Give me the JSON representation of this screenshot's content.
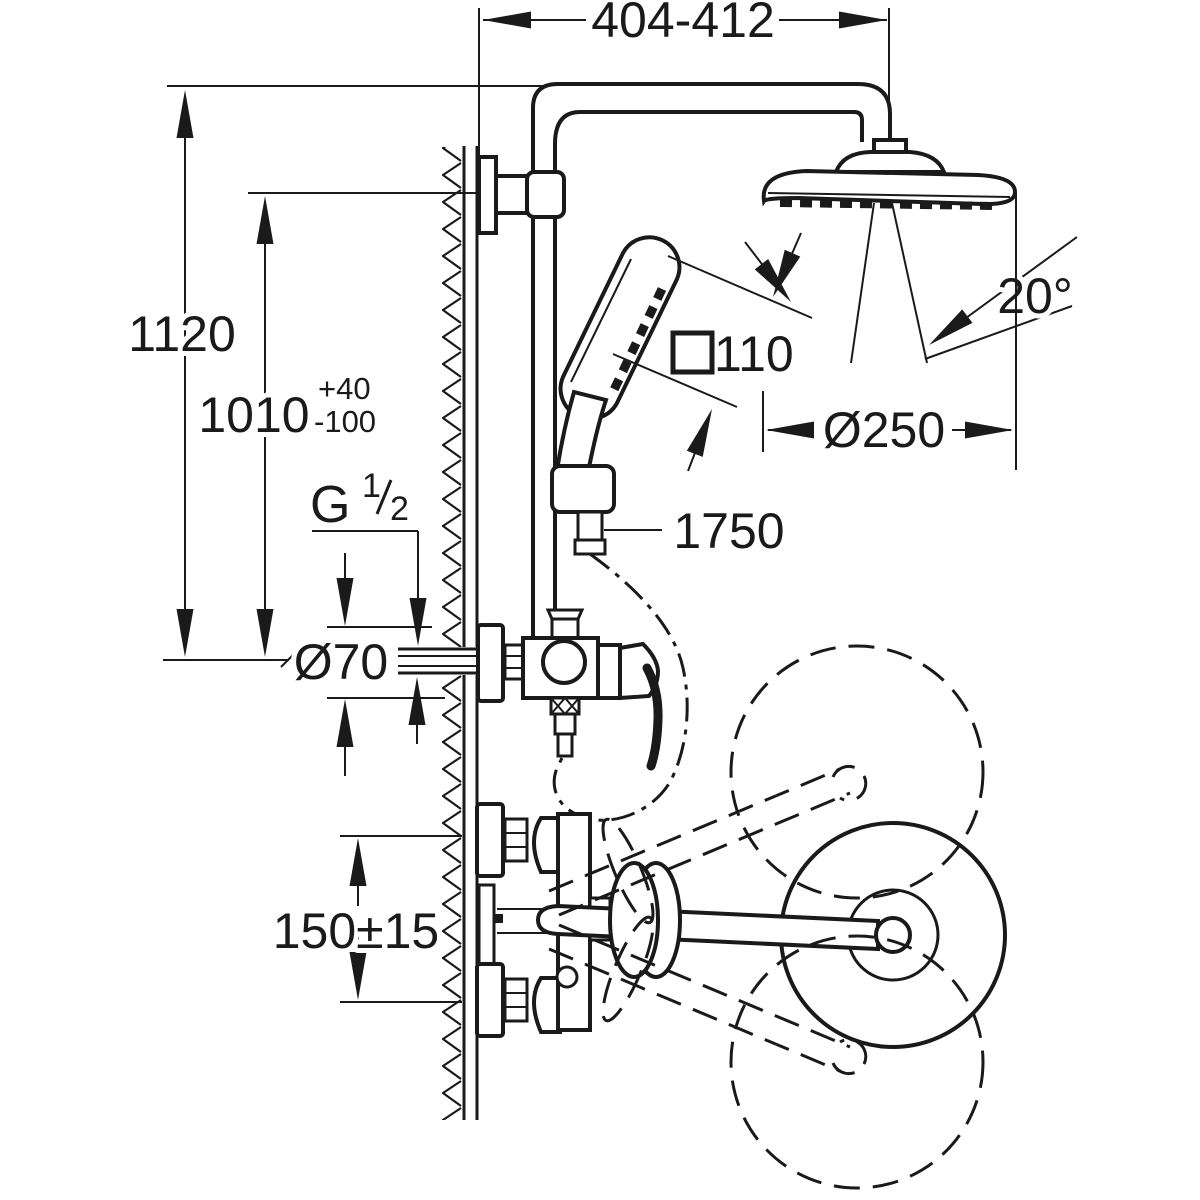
{
  "drawing": {
    "type": "shower-system installation dimension drawing",
    "colors": {
      "line": "#1a1a1a",
      "background": "#ffffff"
    },
    "labels": {
      "top_width": "404-412",
      "height_total": "1120",
      "height_rail": "1010",
      "height_rail_tol_plus": "+40",
      "height_rail_tol_minus": "-100",
      "thread_main": "G",
      "thread_num": "1",
      "thread_den": "2",
      "escutcheon_dia": "Ø70",
      "handshower_size": "110",
      "head_swivel_angle": "20°",
      "head_dia": "Ø250",
      "hose_length": "1750",
      "connection_span": "150±15"
    }
  }
}
